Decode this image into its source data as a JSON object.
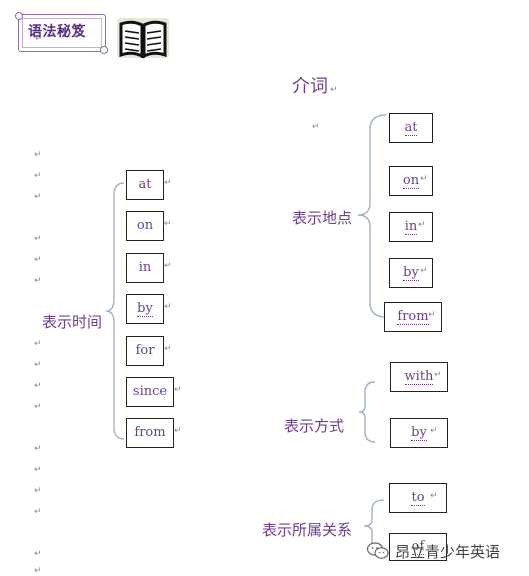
{
  "header": {
    "banner_title": "语法秘笈",
    "book_icon": "open-book-icon"
  },
  "title": "介词",
  "paragraph_mark": "↵",
  "groups": {
    "time": {
      "label": "表示时间",
      "words": [
        "at",
        "on",
        "in",
        "by",
        "for",
        "since",
        "from"
      ]
    },
    "place": {
      "label": "表示地点",
      "words": [
        "at",
        "on",
        "in",
        "by",
        "from"
      ]
    },
    "manner": {
      "label": "表示方式",
      "words": [
        "with",
        "by"
      ]
    },
    "belong": {
      "label": "表示所属关系",
      "words": [
        "to",
        "of"
      ]
    }
  },
  "watermark": {
    "text": "昂立青少年英语",
    "icon": "wechat-icon"
  },
  "colors": {
    "text": "#6a3f8c",
    "brace": "#9fb3c8",
    "box_border": "#222222"
  }
}
